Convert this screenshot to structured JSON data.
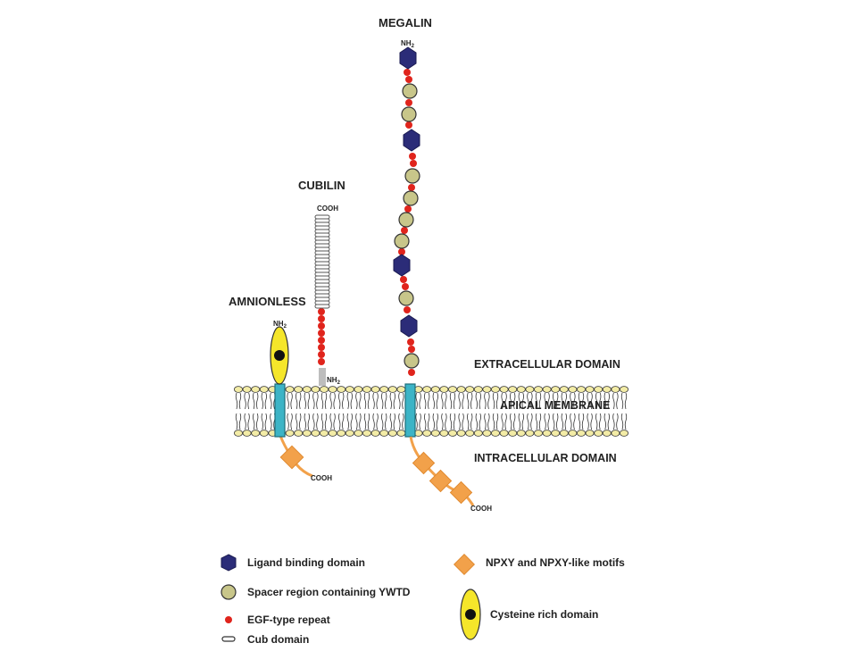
{
  "proteins": {
    "megalin": {
      "name": "MEGALIN",
      "n_terminus": "NH",
      "n_sub": "2",
      "c_terminus": "COOH"
    },
    "cubilin": {
      "name": "CUBILIN",
      "c_terminus": "COOH",
      "n_terminus": "NH",
      "n_sub": "2"
    },
    "amnionless": {
      "name": "AMNIONLESS",
      "n_terminus": "NH",
      "n_sub": "2",
      "c_terminus": "COOH"
    }
  },
  "regions": {
    "extracellular": "EXTRACELLULAR DOMAIN",
    "membrane": "APICAL MEMBRANE",
    "intracellular": "INTRACELLULAR DOMAIN"
  },
  "legend": {
    "ligand": "Ligand binding domain",
    "spacer": "Spacer region containing YWTD",
    "egf": "EGF-type repeat",
    "cub": "Cub domain",
    "npxy": "NPXY and NPXY-like motifs",
    "cysteine": "Cysteine rich domain"
  },
  "colors": {
    "ligand": "#2b2c78",
    "spacer": "#c8c68a",
    "egf": "#e0241c",
    "cub": "#555555",
    "npxy": "#f2a14a",
    "cysteine": "#f5e62a",
    "transmembrane": "#3cb4c6",
    "lipid_head": "#f3eca6"
  }
}
